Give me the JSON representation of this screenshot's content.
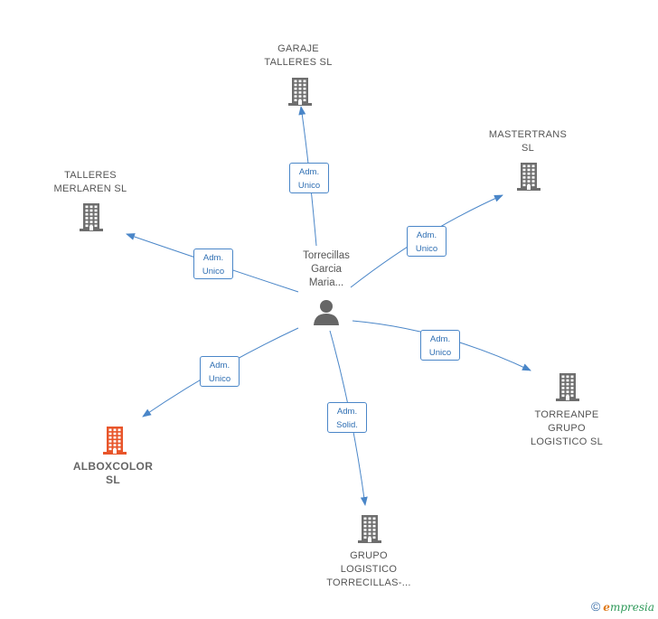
{
  "center": {
    "label_lines": [
      "Torrecillas",
      "Garcia",
      "Maria..."
    ]
  },
  "nodes": [
    {
      "id": "garaje",
      "label": "GARAJE\nTALLERES SL",
      "color": "#6e6e6e",
      "focus": false
    },
    {
      "id": "mastertrans",
      "label": "MASTERTRANS\nSL",
      "color": "#6e6e6e",
      "focus": false
    },
    {
      "id": "merlaren",
      "label": "TALLERES\nMERLAREN SL",
      "color": "#6e6e6e",
      "focus": false
    },
    {
      "id": "torreanpe",
      "label": "TORREANPE\nGRUPO\nLOGISTICO SL",
      "color": "#6e6e6e",
      "focus": false
    },
    {
      "id": "alboxcolor",
      "label": "ALBOXCOLOR\nSL",
      "color": "#e8552a",
      "focus": true
    },
    {
      "id": "grupo",
      "label": "GRUPO\nLOGISTICO\nTORRECILLAS-...",
      "color": "#6e6e6e",
      "focus": false
    }
  ],
  "edges": [
    {
      "to": "garaje",
      "line1": "Adm.",
      "line2": "Unico"
    },
    {
      "to": "mastertrans",
      "line1": "Adm.",
      "line2": "Unico"
    },
    {
      "to": "merlaren",
      "line1": "Adm.",
      "line2": "Unico"
    },
    {
      "to": "torreanpe",
      "line1": "Adm.",
      "line2": "Unico"
    },
    {
      "to": "alboxcolor",
      "line1": "Adm.",
      "line2": "Unico"
    },
    {
      "to": "grupo",
      "line1": "Adm.",
      "line2": "Solid."
    }
  ],
  "colors": {
    "edge": "#4a86c8",
    "person": "#666666"
  },
  "footer": {
    "copyright": "©",
    "brand_initial": "e",
    "brand_rest": "mpresia"
  }
}
